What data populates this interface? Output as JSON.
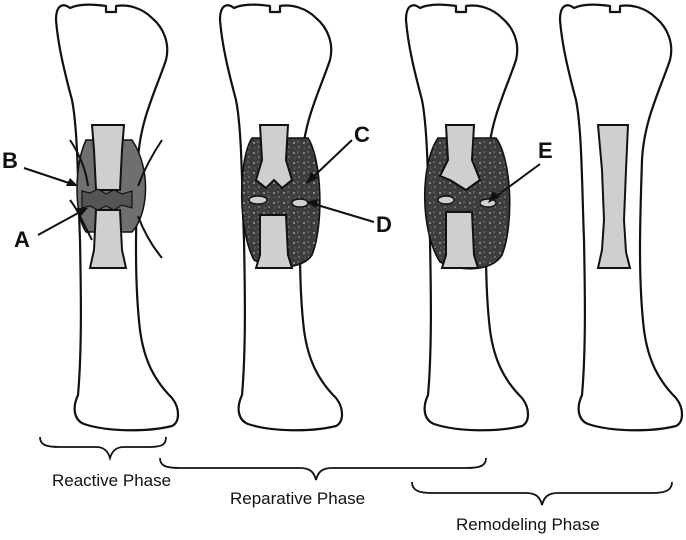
{
  "labels": {
    "a": "A",
    "b": "B",
    "c": "C",
    "d": "D",
    "e": "E"
  },
  "phases": {
    "reactive": "Reactive Phase",
    "reparative": "Reparative Phase",
    "remodeling": "Remodeling Phase"
  },
  "colors": {
    "hematoma": "#6f6f6f",
    "callus": "#3d3d3d",
    "canal": "#cfcfcf",
    "outline": "#111111"
  }
}
